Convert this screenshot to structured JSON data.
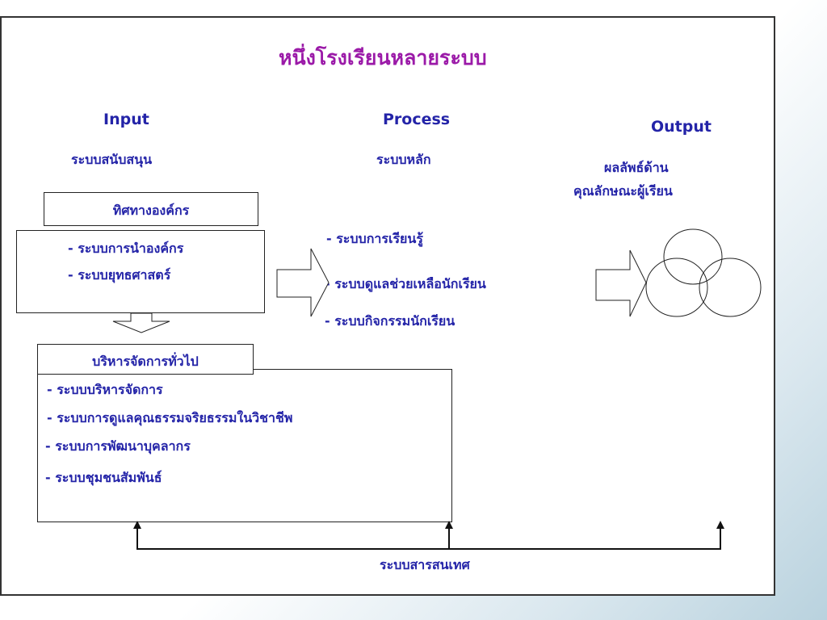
{
  "title": "หนึ่งโรงเรียนหลายระบบ",
  "columns": {
    "input": {
      "heading": "Input",
      "subheading": "ระบบสนับสนุน"
    },
    "process": {
      "heading": "Process",
      "subheading": "ระบบหลัก"
    },
    "output": {
      "heading": "Output",
      "subheading_line1": "ผลลัพธ์ด้าน",
      "subheading_line2": "คุณลักษณะผู้เรียน"
    }
  },
  "direction_box": {
    "label": "ทิศทางองค์กร",
    "items": [
      "- ระบบการนำองค์กร",
      "- ระบบยุทธศาสตร์"
    ]
  },
  "management_box": {
    "label": "บริหารจัดการทั่วไป",
    "items": [
      "- ระบบบริหารจัดการ",
      "- ระบบการดูแลคุณธรรมจริยธรรมในวิชาชีพ",
      "- ระบบการพัฒนาบุคลากร",
      "- ระบบชุมชนสัมพันธ์"
    ]
  },
  "core_systems": [
    "- ระบบการเรียนรู้",
    "- ระบบดูแลช่วยเหลือนักเรียน",
    "- ระบบกิจกรรมนักเรียน"
  ],
  "information_system": "ระบบสารสนเทศ",
  "colors": {
    "heading": "#2424a8",
    "title": "#9b1aa8"
  }
}
